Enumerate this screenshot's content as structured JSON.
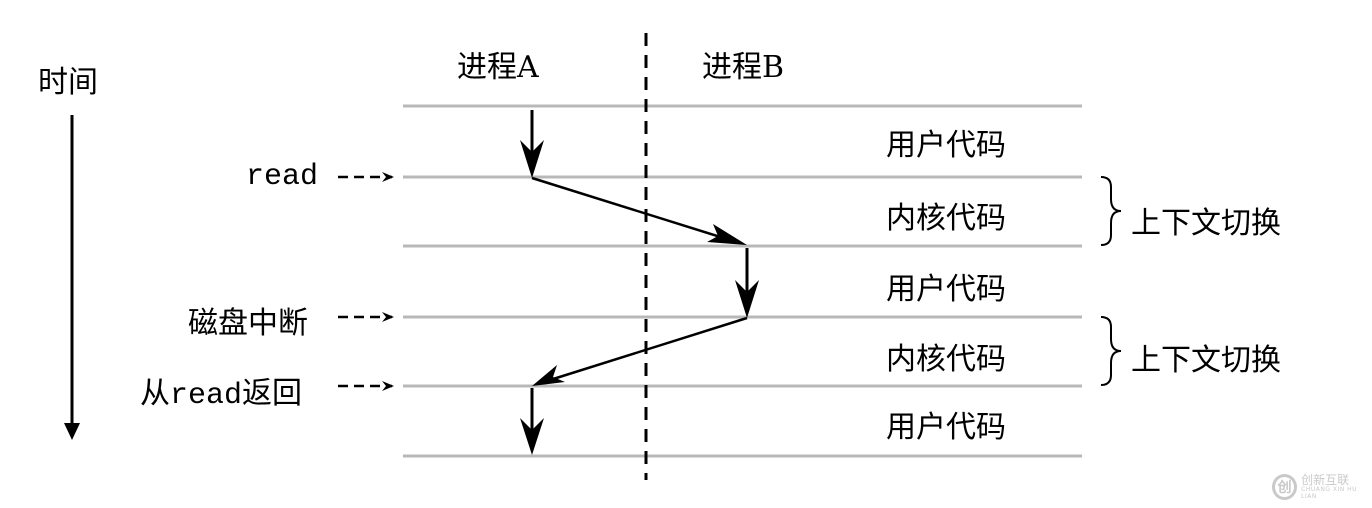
{
  "time_label": "时间",
  "process_a": "进程A",
  "process_b": "进程B",
  "rows": {
    "user_code_1": "用户代码",
    "kernel_code_1": "内核代码",
    "user_code_2": "用户代码",
    "kernel_code_2": "内核代码",
    "user_code_3": "用户代码"
  },
  "events": {
    "read": "read",
    "disk_interrupt": "磁盘中断",
    "return_prefix": "从",
    "return_mono": "read",
    "return_suffix": "返回"
  },
  "context_switch_1": "上下文切换",
  "context_switch_2": "上下文切换",
  "watermark": {
    "icon": "创",
    "name": "创新互联",
    "sub": "CHUANG XIN HU LIAN"
  }
}
